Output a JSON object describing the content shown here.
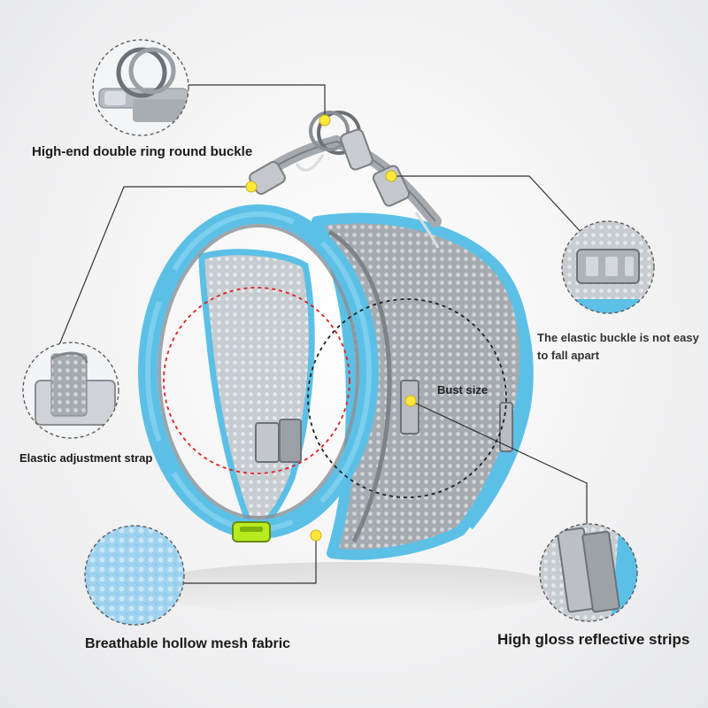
{
  "labels": {
    "ring_buckle": "High-end double ring round buckle",
    "elastic_buckle": "The elastic buckle is not easy to fall apart",
    "bust_size": "Bust size",
    "adjust_strap": "Elastic adjustment strap",
    "mesh_fabric": "Breathable hollow mesh fabric",
    "reflective": "High gloss reflective strips"
  },
  "icons": {
    "callout_marker": "yellow-dot",
    "ring_detail": "double-ring-icon",
    "buckle_detail": "side-release-buckle-icon",
    "strap_detail": "adjustment-strap-icon",
    "mesh_detail": "mesh-fabric-swatch",
    "reflective_detail": "reflective-strip-swatch"
  },
  "colors": {
    "harness_trim": "#5cc0e6",
    "harness_mesh": "#9ea3a8",
    "marker": "#ffe83a",
    "reflective": "#b9bdc1",
    "clip_accent": "#b8ec1e",
    "bust_circle_front": "#e02020",
    "bust_circle_back": "#222222"
  }
}
